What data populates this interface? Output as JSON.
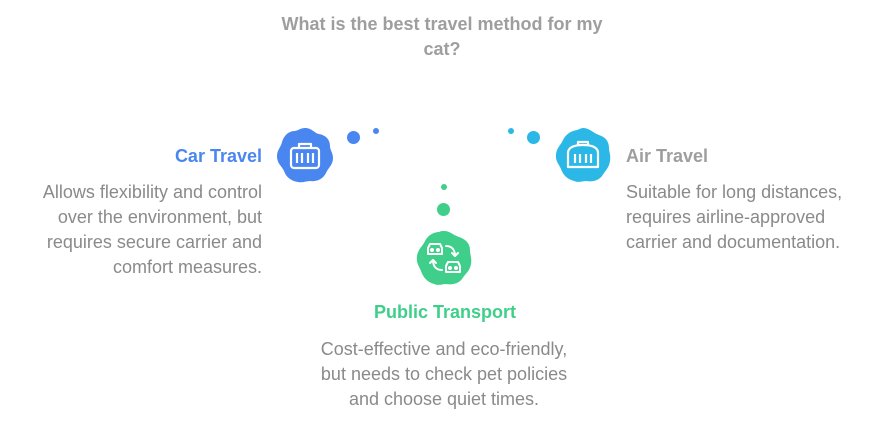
{
  "title": "What is the best travel method for my cat?",
  "options": {
    "car": {
      "label": "Car Travel",
      "description": "Allows flexibility and control over the environment, but requires secure carrier and comfort measures.",
      "icon": "pet-carrier-icon",
      "color": "#4a86f0"
    },
    "air": {
      "label": "Air Travel",
      "description": "Suitable for long distances, requires airline-approved carrier and documentation.",
      "icon": "pet-crate-icon",
      "color": "#2bb8e6"
    },
    "public": {
      "label": "Public Transport",
      "description": "Cost-effective and eco-friendly, but needs to check pet policies and choose quiet times.",
      "icon": "vehicles-swap-icon",
      "color": "#3fcf8a"
    }
  },
  "heading_colors": {
    "car": "#4a86f0",
    "air": "#9e9e9e",
    "public": "#3fcf8a"
  }
}
